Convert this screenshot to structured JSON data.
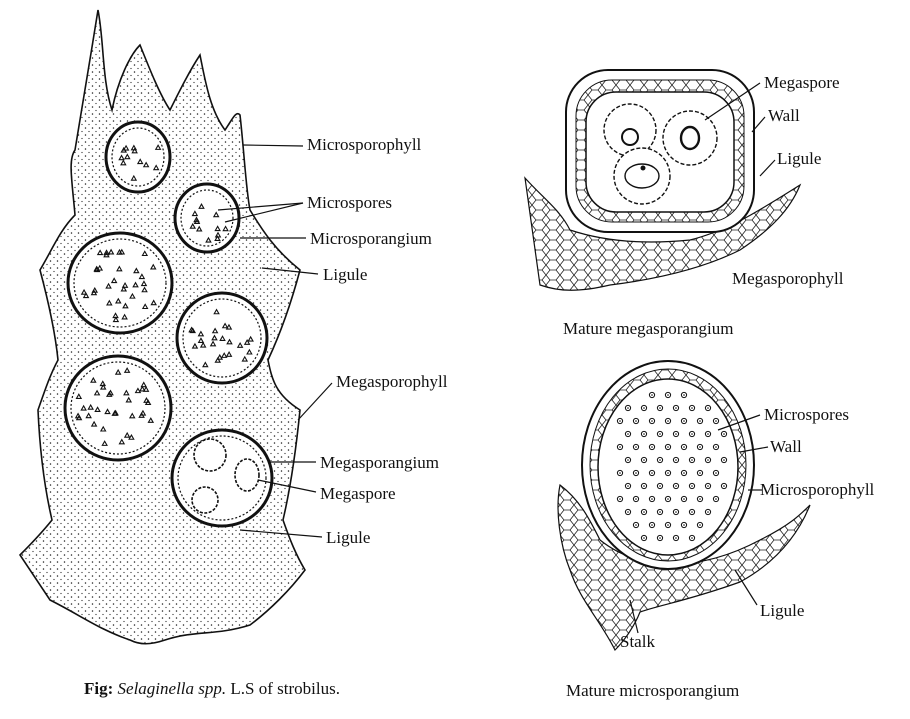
{
  "strobilus": {
    "labels": {
      "microsporophyll": "Microsporophyll",
      "microspores": "Microspores",
      "microsporangium": "Microsporangium",
      "ligule_upper": "Ligule",
      "megasporophyll": "Megasporophyll",
      "megasporangium": "Megasporangium",
      "megaspore": "Megaspore",
      "ligule_lower": "Ligule"
    },
    "caption": {
      "prefix": "Fig:",
      "species": "Selaginella spp.",
      "suffix": "L.S of strobilus."
    }
  },
  "megasporangium_detail": {
    "labels": {
      "megaspore": "Megaspore",
      "wall": "Wall",
      "ligule": "Ligule",
      "megasporophyll": "Megasporophyll"
    },
    "caption": "Mature megasporangium"
  },
  "microsporangium_detail": {
    "labels": {
      "microspores": "Microspores",
      "wall": "Wall",
      "microsporophyll": "Microsporophyll",
      "ligule": "Ligule",
      "stalk": "Stalk"
    },
    "caption": "Mature  microsporangium"
  }
}
